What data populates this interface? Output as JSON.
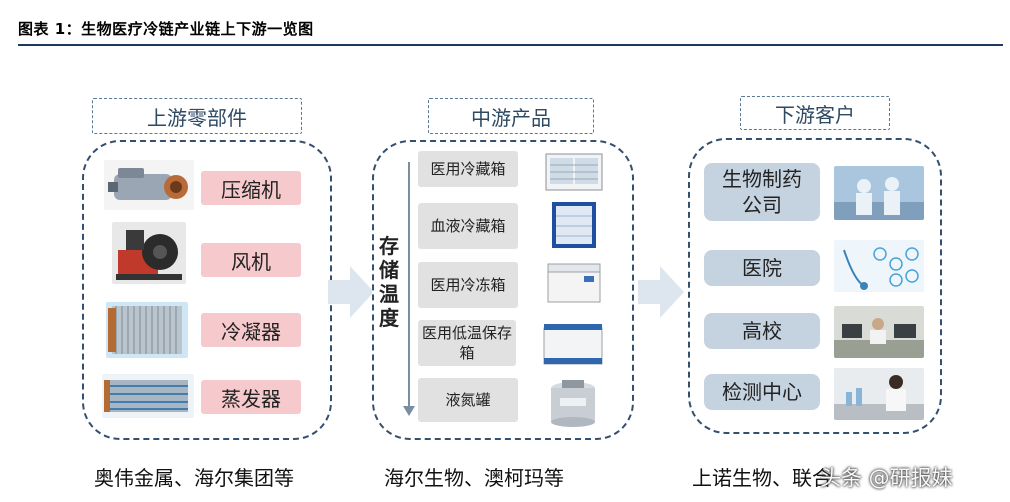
{
  "figure": {
    "title": "图表 1：生物医疗冷链产业链上下游一览图"
  },
  "upstream": {
    "header": "上游零部件",
    "items": [
      {
        "label": "压缩机",
        "icon": "compressor-photo"
      },
      {
        "label": "风机",
        "icon": "blower-fan-photo"
      },
      {
        "label": "冷凝器",
        "icon": "condenser-photo"
      },
      {
        "label": "蒸发器",
        "icon": "evaporator-photo"
      }
    ],
    "companies": "奥伟金属、海尔集团等"
  },
  "midstream": {
    "header": "中游产品",
    "vertical_label": "存储温度",
    "items": [
      {
        "label": "医用冷藏箱",
        "icon": "medical-refrigerator-photo"
      },
      {
        "label": "血液冷藏箱",
        "icon": "blood-refrigerator-photo"
      },
      {
        "label": "医用冷冻箱",
        "icon": "medical-freezer-photo"
      },
      {
        "label": "医用低温保存箱",
        "icon": "low-temp-storage-box-photo"
      },
      {
        "label": "液氮罐",
        "icon": "liquid-nitrogen-tank-photo"
      }
    ],
    "companies": "海尔生物、澳柯玛等"
  },
  "downstream": {
    "header": "下游客户",
    "items": [
      {
        "label": "生物制药公司",
        "icon": "biopharma-lab-photo"
      },
      {
        "label": "医院",
        "icon": "hospital-doctor-photo"
      },
      {
        "label": "高校",
        "icon": "university-lab-photo"
      },
      {
        "label": "检测中心",
        "icon": "testing-center-photo"
      }
    ],
    "companies": "上诺生物、联合"
  },
  "watermark": "头条 @研报妹",
  "colors": {
    "pink": "#f6c9cc",
    "grey": "#e1e1e1",
    "blue": "#c5d3e0",
    "border": "#33506e",
    "rule": "#1f3b5b"
  }
}
